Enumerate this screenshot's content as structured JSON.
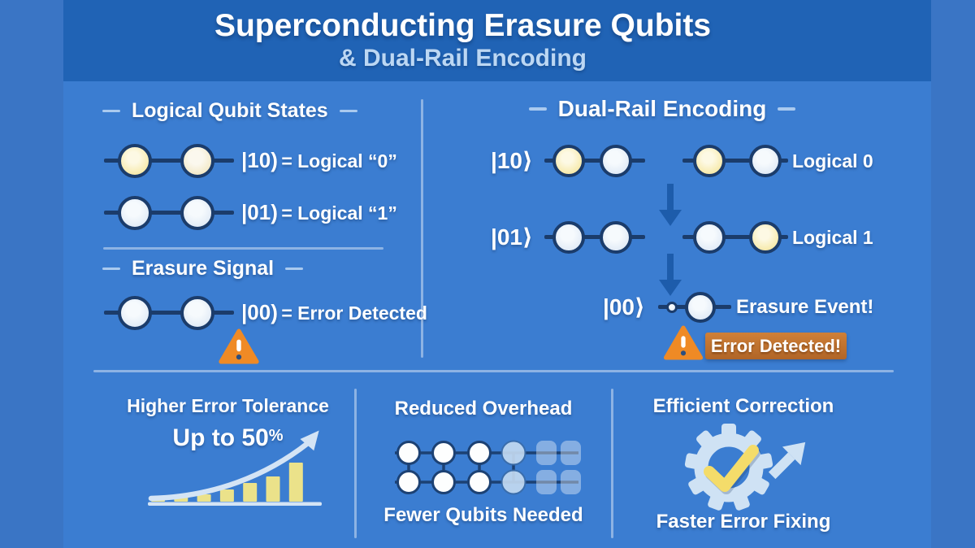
{
  "header": {
    "title": "Superconducting Erasure Qubits",
    "subtitle": "& Dual-Rail Encoding"
  },
  "left": {
    "states_heading": "Logical Qubit States",
    "state_rows": [
      {
        "ket": "|10)",
        "label": "= Logical “0”"
      },
      {
        "ket": "|01)",
        "label": "= Logical “1”"
      }
    ],
    "erasure_heading": "Erasure Signal",
    "erasure_row": {
      "ket": "|00)",
      "label": "= Error Detected"
    }
  },
  "right": {
    "heading": "Dual-Rail Encoding",
    "rows": [
      {
        "ket": "|10⟩",
        "label": "Logical 0"
      },
      {
        "ket": "|01⟩",
        "label": "Logical 1"
      }
    ],
    "erasure": {
      "ket": "|00⟩",
      "label": "Erasure Event!",
      "banner": "Error Detected!"
    }
  },
  "benefits": {
    "tolerance": {
      "title": "Higher Error Tolerance",
      "subtitle_value": "Up to 50",
      "subtitle_unit": "%"
    },
    "overhead": {
      "title": "Reduced Overhead",
      "caption": "Fewer Qubits Needed"
    },
    "correction": {
      "title": "Efficient Correction",
      "caption": "Faster Error Fixing"
    }
  },
  "chart_bars": [
    3,
    7,
    9,
    15,
    23,
    31,
    48
  ],
  "colors": {
    "outer_background": "#3a75c5",
    "header_background": "#2063b5",
    "panel_background": "#3b7dd1",
    "navy_wire": "#1b3c6b",
    "qubit_yellow": "#f6e8a4",
    "qubit_pale": "#dde8f5",
    "warning_orange": "#ef8a25",
    "banner_orange": "#c0742f",
    "icon_light_blue": "#cfe2f4",
    "check_yellow": "#f4dc6a",
    "bar_yellow": "#ebe28a",
    "subtitle_blue": "#bcd7f3"
  }
}
